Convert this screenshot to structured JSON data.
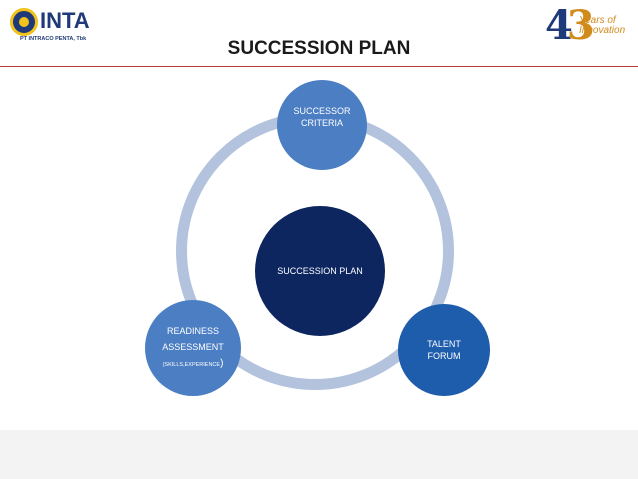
{
  "header": {
    "logo_left": {
      "name": "INTA",
      "subtitle": "PT INTRACO PENTA, Tbk"
    },
    "logo_right": {
      "digits_first": "4",
      "digits_second": "3",
      "line1": "Years of",
      "line2": "Innovation"
    },
    "title": "SUCCESSION PLAN"
  },
  "diagram": {
    "center": "SUCCESSION PLAN",
    "top": {
      "line1": "SUCCESSOR",
      "line2": "CRITERIA"
    },
    "right": {
      "line1": "TALENT",
      "line2": "FORUM"
    },
    "left": {
      "line1": "READINESS",
      "line2": "ASSESSMENT",
      "line3": "(SKILLS,EXPERIENCE",
      "line3_close": ")"
    }
  },
  "colors": {
    "center": "#0d2660",
    "node_light": "#4b7ec3",
    "node_dark": "#1e5cac",
    "ring": "#b3c3dd",
    "title_rule": "#b63a3a",
    "brand_blue": "#1e3a78",
    "brand_gold": "#f1c21b",
    "anniv_orange": "#d18a1c"
  }
}
